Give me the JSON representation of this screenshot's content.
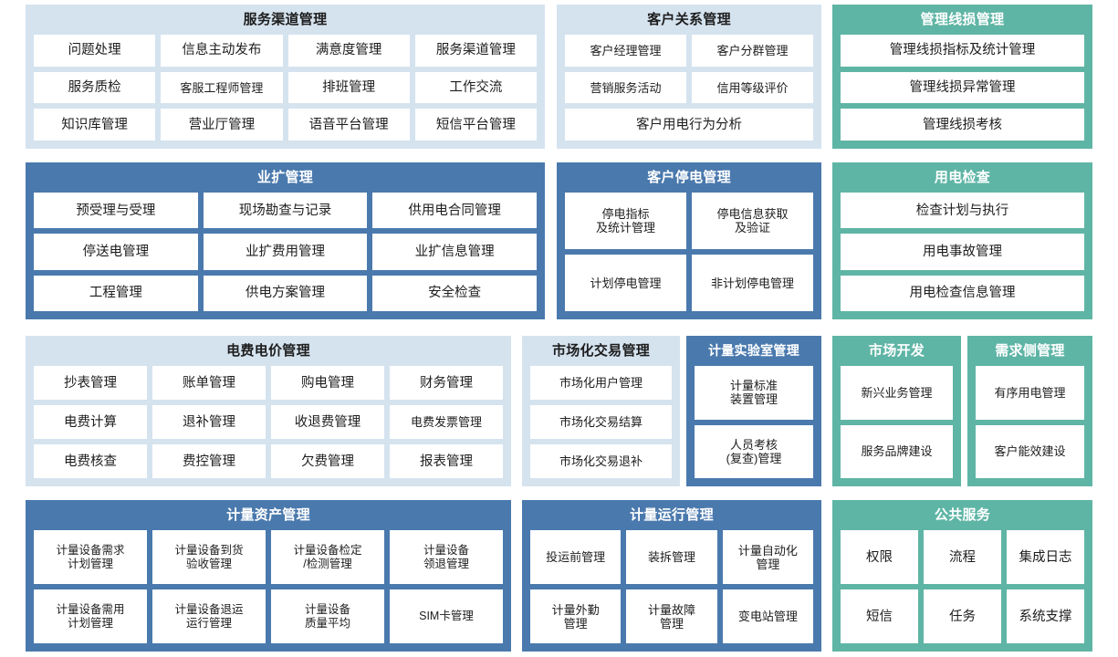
{
  "theme": {
    "blue_light": "#d5e3ef",
    "blue_dark": "#4a79ad",
    "green": "#5fb5a5",
    "tile_bg": "#ffffff",
    "text_dark": "#1d1d1d",
    "text_light": "#ffffff",
    "page_bg": "#ffffff"
  },
  "panels": [
    {
      "id": "service-channel",
      "title": "服务渠道管理",
      "style": "blue-light",
      "rows": [
        [
          "问题处理",
          "信息主动发布",
          "满意度管理",
          "服务渠道管理"
        ],
        [
          "服务质检",
          "客服工程师管理",
          "排班管理",
          "工作交流"
        ],
        [
          "知识库管理",
          "营业厅管理",
          "语音平台管理",
          "短信平台管理"
        ]
      ]
    },
    {
      "id": "customer-relation",
      "title": "客户关系管理",
      "style": "blue-light",
      "rows": [
        [
          "客户经理管理",
          "客户分群管理"
        ],
        [
          "营销服务活动",
          "信用等级评价"
        ],
        [
          "客户用电行为分析"
        ]
      ]
    },
    {
      "id": "line-loss",
      "title": "管理线损管理",
      "style": "green",
      "rows": [
        [
          "管理线损指标及统计管理"
        ],
        [
          "管理线损异常管理"
        ],
        [
          "管理线损考核"
        ]
      ]
    },
    {
      "id": "business-expand",
      "title": "业扩管理",
      "style": "blue-dark",
      "rows": [
        [
          "预受理与受理",
          "现场勘查与记录",
          "供用电合同管理"
        ],
        [
          "停送电管理",
          "业扩费用管理",
          "业扩信息管理"
        ],
        [
          "工程管理",
          "供电方案管理",
          "安全检查"
        ]
      ]
    },
    {
      "id": "customer-outage",
      "title": "客户停电管理",
      "style": "blue-dark",
      "rows": [
        [
          "停电指标\n及统计管理",
          "停电信息获取\n及验证"
        ],
        [
          "计划停电管理",
          "非计划停电管理"
        ]
      ]
    },
    {
      "id": "power-inspection",
      "title": "用电检查",
      "style": "green",
      "rows": [
        [
          "检查计划与执行"
        ],
        [
          "用电事故管理"
        ],
        [
          "用电检查信息管理"
        ]
      ]
    },
    {
      "id": "tariff",
      "title": "电费电价管理",
      "style": "blue-light",
      "rows": [
        [
          "抄表管理",
          "账单管理",
          "购电管理",
          "财务管理"
        ],
        [
          "电费计算",
          "退补管理",
          "收退费管理",
          "电费发票管理"
        ],
        [
          "电费核查",
          "费控管理",
          "欠费管理",
          "报表管理"
        ]
      ]
    },
    {
      "id": "market-trade",
      "title": "市场化交易管理",
      "style": "blue-light",
      "rows": [
        [
          "市场化用户管理"
        ],
        [
          "市场化交易结算"
        ],
        [
          "市场化交易退补"
        ]
      ]
    },
    {
      "id": "metering-lab",
      "title": "计量实验室管理",
      "style": "blue-dark",
      "rows": [
        [
          "计量标准\n装置管理"
        ],
        [
          "人员考核\n(复查)管理"
        ]
      ]
    },
    {
      "id": "market-dev",
      "title": "市场开发",
      "style": "green",
      "rows": [
        [
          "新兴业务管理"
        ],
        [
          "服务品牌建设"
        ]
      ]
    },
    {
      "id": "demand-side",
      "title": "需求侧管理",
      "style": "green",
      "rows": [
        [
          "有序用电管理"
        ],
        [
          "客户能效建设"
        ]
      ]
    },
    {
      "id": "metering-asset",
      "title": "计量资产管理",
      "style": "blue-dark",
      "rows": [
        [
          "计量设备需求\n计划管理",
          "计量设备到货\n验收管理",
          "计量设备检定\n/检测管理",
          "计量设备\n领退管理"
        ],
        [
          "计量设备需用\n计划管理",
          "计量设备退运\n运行管理",
          "计量设备\n质量平均",
          "SIM卡管理"
        ]
      ]
    },
    {
      "id": "metering-run",
      "title": "计量运行管理",
      "style": "blue-dark",
      "rows": [
        [
          "投运前管理",
          "装拆管理",
          "计量自动化\n管理"
        ],
        [
          "计量外勤\n管理",
          "计量故障\n管理",
          "变电站管理"
        ]
      ]
    },
    {
      "id": "public-service",
      "title": "公共服务",
      "style": "green",
      "rows": [
        [
          "权限",
          "流程",
          "集成日志"
        ],
        [
          "短信",
          "任务",
          "系统支撑"
        ]
      ]
    }
  ]
}
